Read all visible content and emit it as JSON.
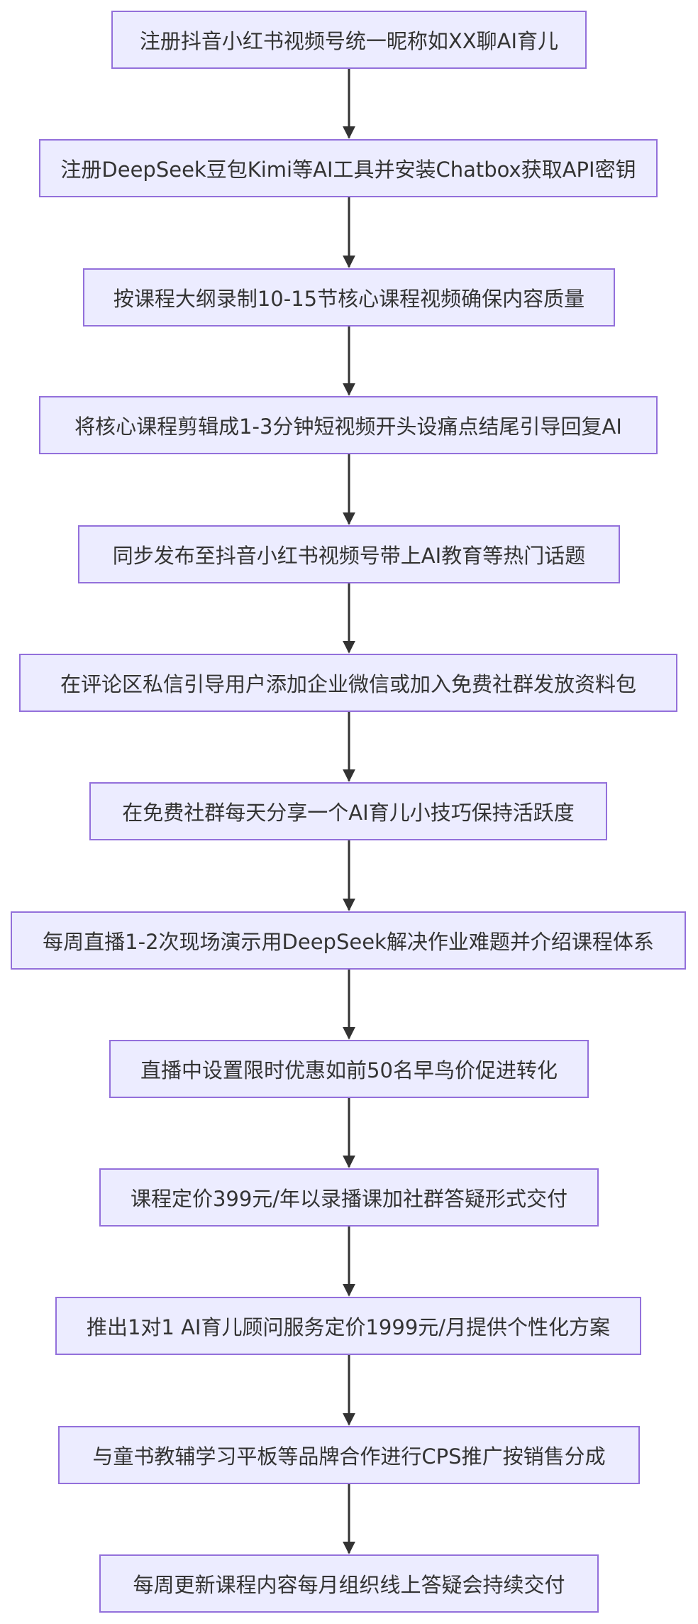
{
  "colors": {
    "node_fill": "#ececff",
    "node_border": "#9370db",
    "text": "#333333",
    "edge": "#333333"
  },
  "steps": [
    "注册抖音小红书视频号统一昵称如XX聊AI育儿",
    "注册DeepSeek豆包Kimi等AI工具并安装Chatbox获取API密钥",
    "按课程大纲录制10-15节核心课程视频确保内容质量",
    "将核心课程剪辑成1-3分钟短视频开头设痛点结尾引导回复AI",
    "同步发布至抖音小红书视频号带上AI教育等热门话题",
    "在评论区私信引导用户添加企业微信或加入免费社群发放资料包",
    "在免费社群每天分享一个AI育儿小技巧保持活跃度",
    "每周直播1-2次现场演示用DeepSeek解决作业难题并介绍课程体系",
    "直播中设置限时优惠如前50名早鸟价促进转化",
    "课程定价399元/年以录播课加社群答疑形式交付",
    "推出1对1 AI育儿顾问服务定价1999元/月提供个性化方案",
    "与童书教辅学习平板等品牌合作进行CPS推广按销售分成",
    "每周更新课程内容每月组织线上答疑会持续交付"
  ],
  "edges": [
    [
      0,
      1
    ],
    [
      1,
      2
    ],
    [
      2,
      3
    ],
    [
      3,
      4
    ],
    [
      4,
      5
    ],
    [
      5,
      6
    ],
    [
      6,
      7
    ],
    [
      7,
      8
    ],
    [
      8,
      9
    ],
    [
      9,
      10
    ],
    [
      10,
      11
    ],
    [
      11,
      12
    ]
  ]
}
